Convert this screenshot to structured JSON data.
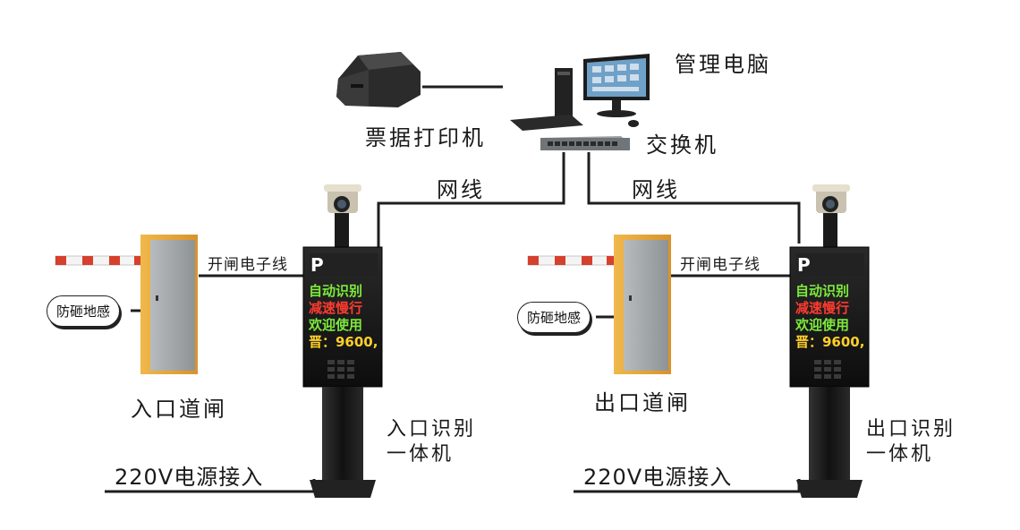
{
  "labels": {
    "management_pc": "管理电脑",
    "receipt_printer": "票据打印机",
    "switch": "交换机",
    "network_cable_left": "网线",
    "network_cable_right": "网线",
    "gate_cable_left": "开闸电子线",
    "gate_cable_right": "开闸电子线",
    "anti_smash_left": "防砸地感",
    "anti_smash_right": "防砸地感",
    "entry_barrier": "入口道闸",
    "exit_barrier": "出口道闸",
    "entry_unit_line1": "入口识别",
    "entry_unit_line2": "一体机",
    "exit_unit_line1": "出口识别",
    "exit_unit_line2": "一体机",
    "power_left": "220V电源接入",
    "power_right": "220V电源接入"
  },
  "display": {
    "p_logo": "P",
    "line1": "自动识别",
    "line2": "减速慢行",
    "line3": "欢迎使用",
    "line4": "晋：9600,"
  },
  "colors": {
    "line": "#1e1e1e",
    "barrier_body": "#e8a83a",
    "barrier_panel": "#a9adb0",
    "arm_red": "#d6402e",
    "unit_body": "#1b1b1b",
    "led_green": "#7dea3b",
    "led_red": "#ff3b2f",
    "led_yellow": "#ffd02a"
  }
}
